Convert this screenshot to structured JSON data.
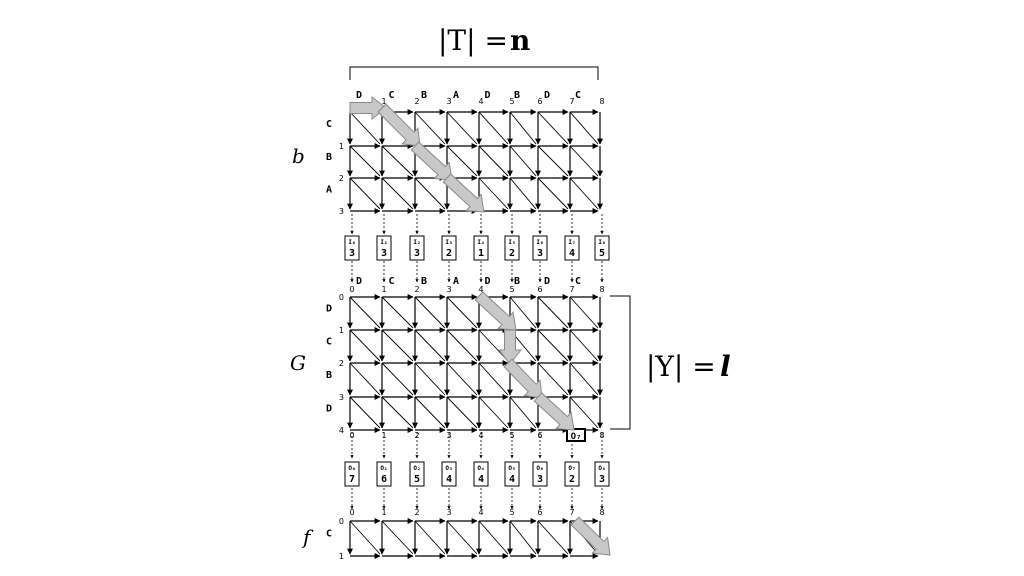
{
  "header_eq": {
    "left": "|T| = ",
    "var": "n"
  },
  "right_eq": {
    "left": "|Y| = ",
    "var": "l"
  },
  "side_labels": {
    "b": "b",
    "G": "G",
    "f": "f"
  },
  "column_letters": [
    "D",
    "C",
    "B",
    "A",
    "D",
    "B",
    "D",
    "C"
  ],
  "column_indices": [
    "0",
    "1",
    "2",
    "3",
    "4",
    "5",
    "6",
    "7",
    "8"
  ],
  "b_rows": {
    "letters": [
      "C",
      "B",
      "A"
    ],
    "indices": [
      "1",
      "2",
      "3"
    ]
  },
  "G_rows": {
    "letters": [
      "D",
      "C",
      "B",
      "D"
    ],
    "indices": [
      "0",
      "1",
      "2",
      "3",
      "4"
    ]
  },
  "f_rows": {
    "letters": [
      "C"
    ],
    "indices": [
      "0",
      "1"
    ]
  },
  "I_cells": [
    {
      "name": "I₀",
      "value": "3"
    },
    {
      "name": "I₁",
      "value": "3"
    },
    {
      "name": "I₂",
      "value": "3"
    },
    {
      "name": "I₃",
      "value": "2"
    },
    {
      "name": "I₄",
      "value": "1"
    },
    {
      "name": "I₅",
      "value": "2"
    },
    {
      "name": "I₆",
      "value": "3"
    },
    {
      "name": "I₇",
      "value": "4"
    },
    {
      "name": "I₈",
      "value": "5"
    }
  ],
  "O_cells": [
    {
      "name": "O₀",
      "value": "7"
    },
    {
      "name": "O₁",
      "value": "6"
    },
    {
      "name": "O₂",
      "value": "5"
    },
    {
      "name": "O₃",
      "value": "4"
    },
    {
      "name": "O₄",
      "value": "4"
    },
    {
      "name": "O₅",
      "value": "4"
    },
    {
      "name": "O₆",
      "value": "3"
    },
    {
      "name": "O₇",
      "value": "2"
    },
    {
      "name": "O₈",
      "value": "3"
    }
  ],
  "highlight_label": "O₇",
  "colors": {
    "line": "#000000",
    "arrow_fill": "#c8c8c8",
    "arrow_stroke": "#8a8a8a"
  }
}
